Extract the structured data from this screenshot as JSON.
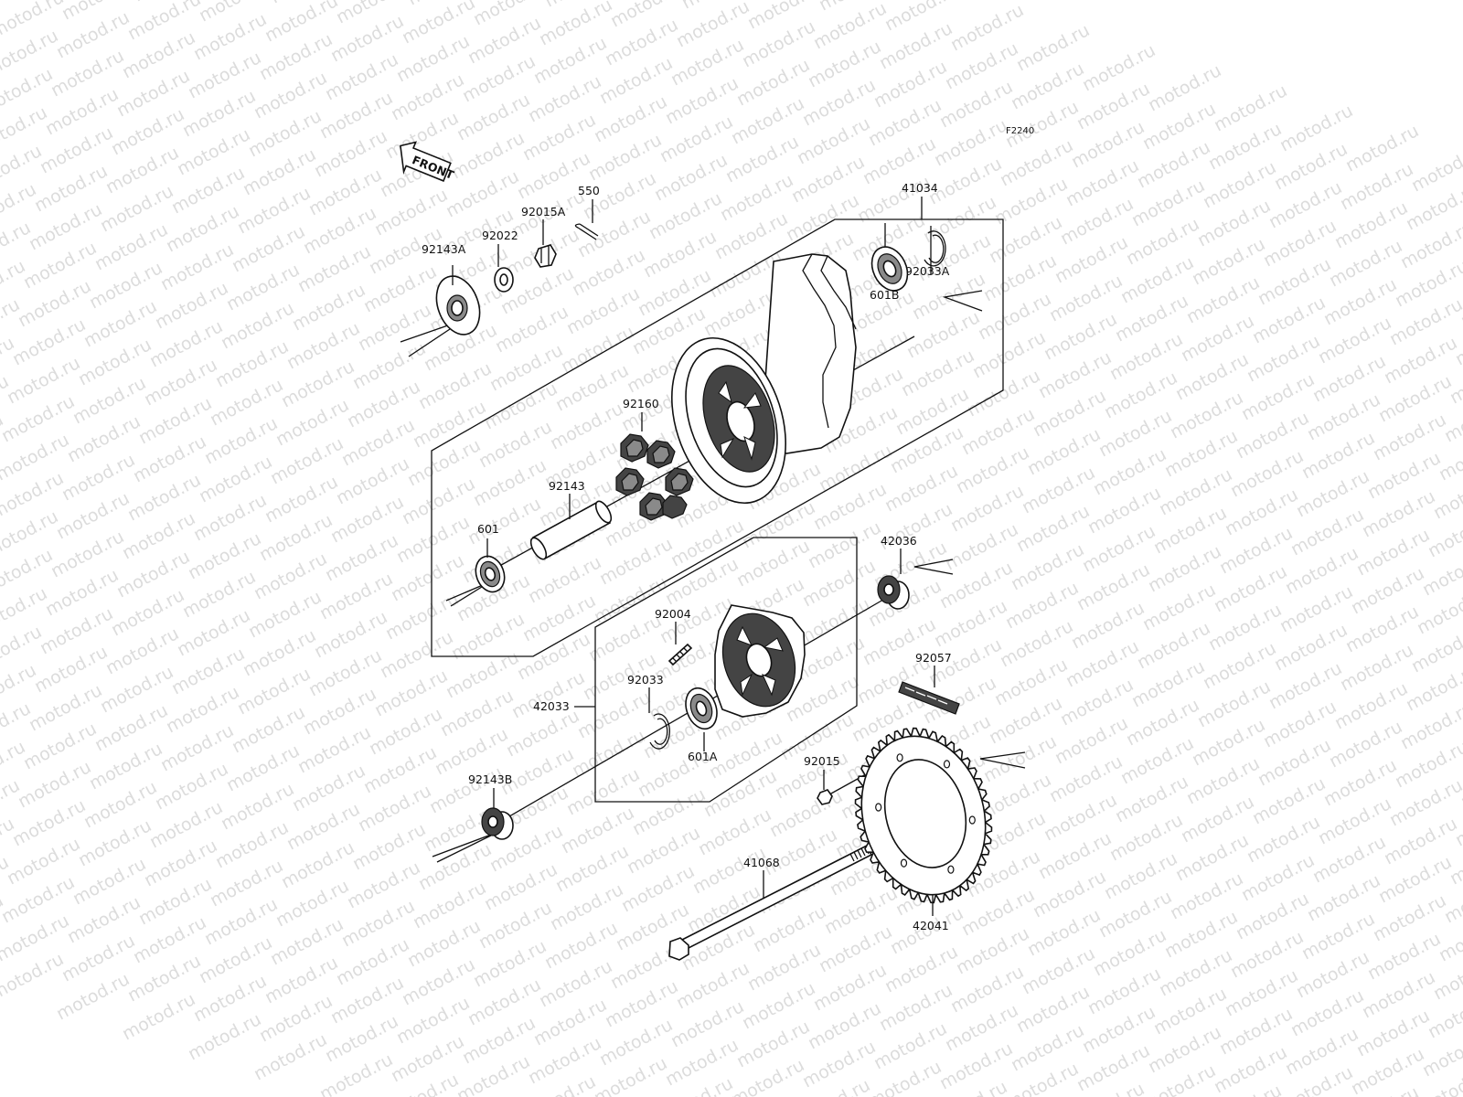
{
  "diagram": {
    "code": "F2240",
    "front_label": "FRONT",
    "watermark": "motod.ru",
    "parts": [
      {
        "id": "550",
        "label": "550"
      },
      {
        "id": "92015A",
        "label": "92015A"
      },
      {
        "id": "92022",
        "label": "92022"
      },
      {
        "id": "92143A",
        "label": "92143A"
      },
      {
        "id": "41034",
        "label": "41034"
      },
      {
        "id": "92033A",
        "label": "92033A"
      },
      {
        "id": "601B",
        "label": "601B"
      },
      {
        "id": "92160",
        "label": "92160"
      },
      {
        "id": "92143",
        "label": "92143"
      },
      {
        "id": "601",
        "label": "601"
      },
      {
        "id": "42036",
        "label": "42036"
      },
      {
        "id": "92004",
        "label": "92004"
      },
      {
        "id": "92033",
        "label": "92033"
      },
      {
        "id": "42033",
        "label": "42033"
      },
      {
        "id": "601A",
        "label": "601A"
      },
      {
        "id": "92057",
        "label": "92057"
      },
      {
        "id": "92015",
        "label": "92015"
      },
      {
        "id": "92143B",
        "label": "92143B"
      },
      {
        "id": "41068",
        "label": "41068"
      },
      {
        "id": "42041",
        "label": "42041"
      }
    ]
  }
}
